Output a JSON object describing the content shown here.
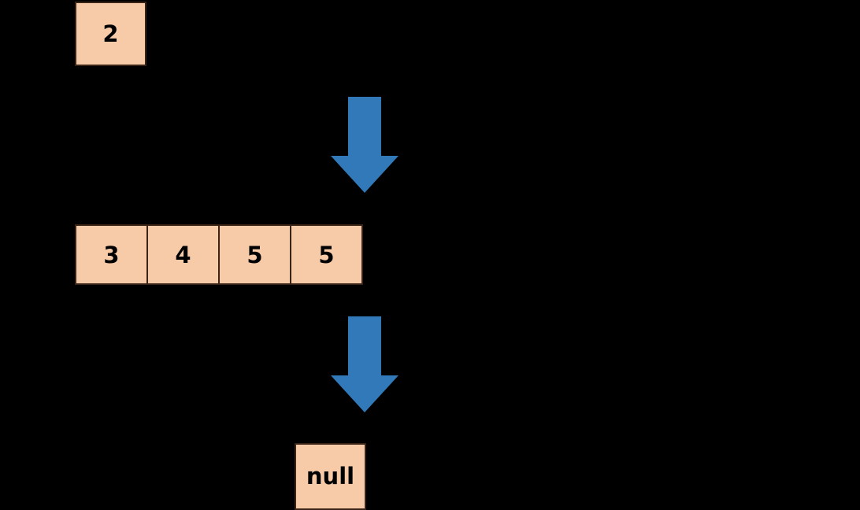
{
  "diagram": {
    "title": "linked-list-node-flow",
    "background_color": "#000000",
    "node_fill_color": "#f7caa8",
    "node_border_color": "#3a2418",
    "arrow_color": "#3179b8",
    "text_color": "#000000"
  },
  "head_node": {
    "label": "2"
  },
  "array_row": {
    "cells": [
      {
        "label": "3"
      },
      {
        "label": "4"
      },
      {
        "label": "5"
      },
      {
        "label": "5"
      }
    ]
  },
  "tail_node": {
    "label": "null"
  },
  "arrows": [
    {
      "name": "arrow-head-to-row",
      "direction": "down"
    },
    {
      "name": "arrow-row-to-null",
      "direction": "down"
    }
  ]
}
